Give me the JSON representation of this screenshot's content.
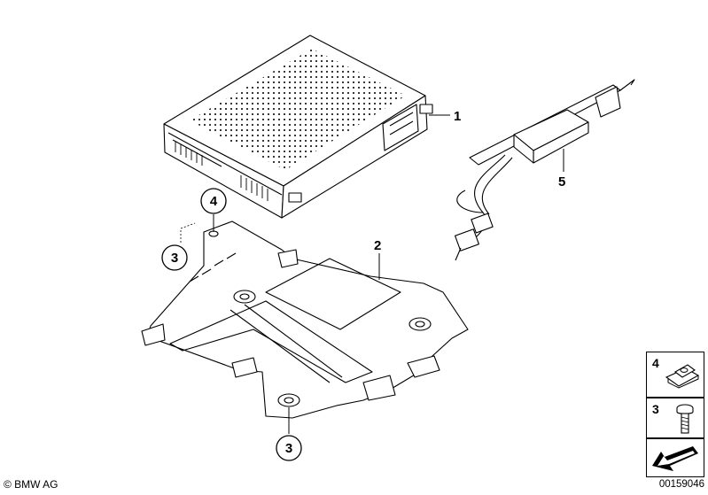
{
  "callouts": {
    "part_1": "1",
    "part_2": "2",
    "part_3_left": "3",
    "part_3_bottom": "3",
    "part_4": "4",
    "part_5": "5"
  },
  "legend": {
    "row_4": "4",
    "row_3": "3"
  },
  "footer": {
    "copyright": "© BMW AG",
    "drawing_number": "00159046"
  }
}
